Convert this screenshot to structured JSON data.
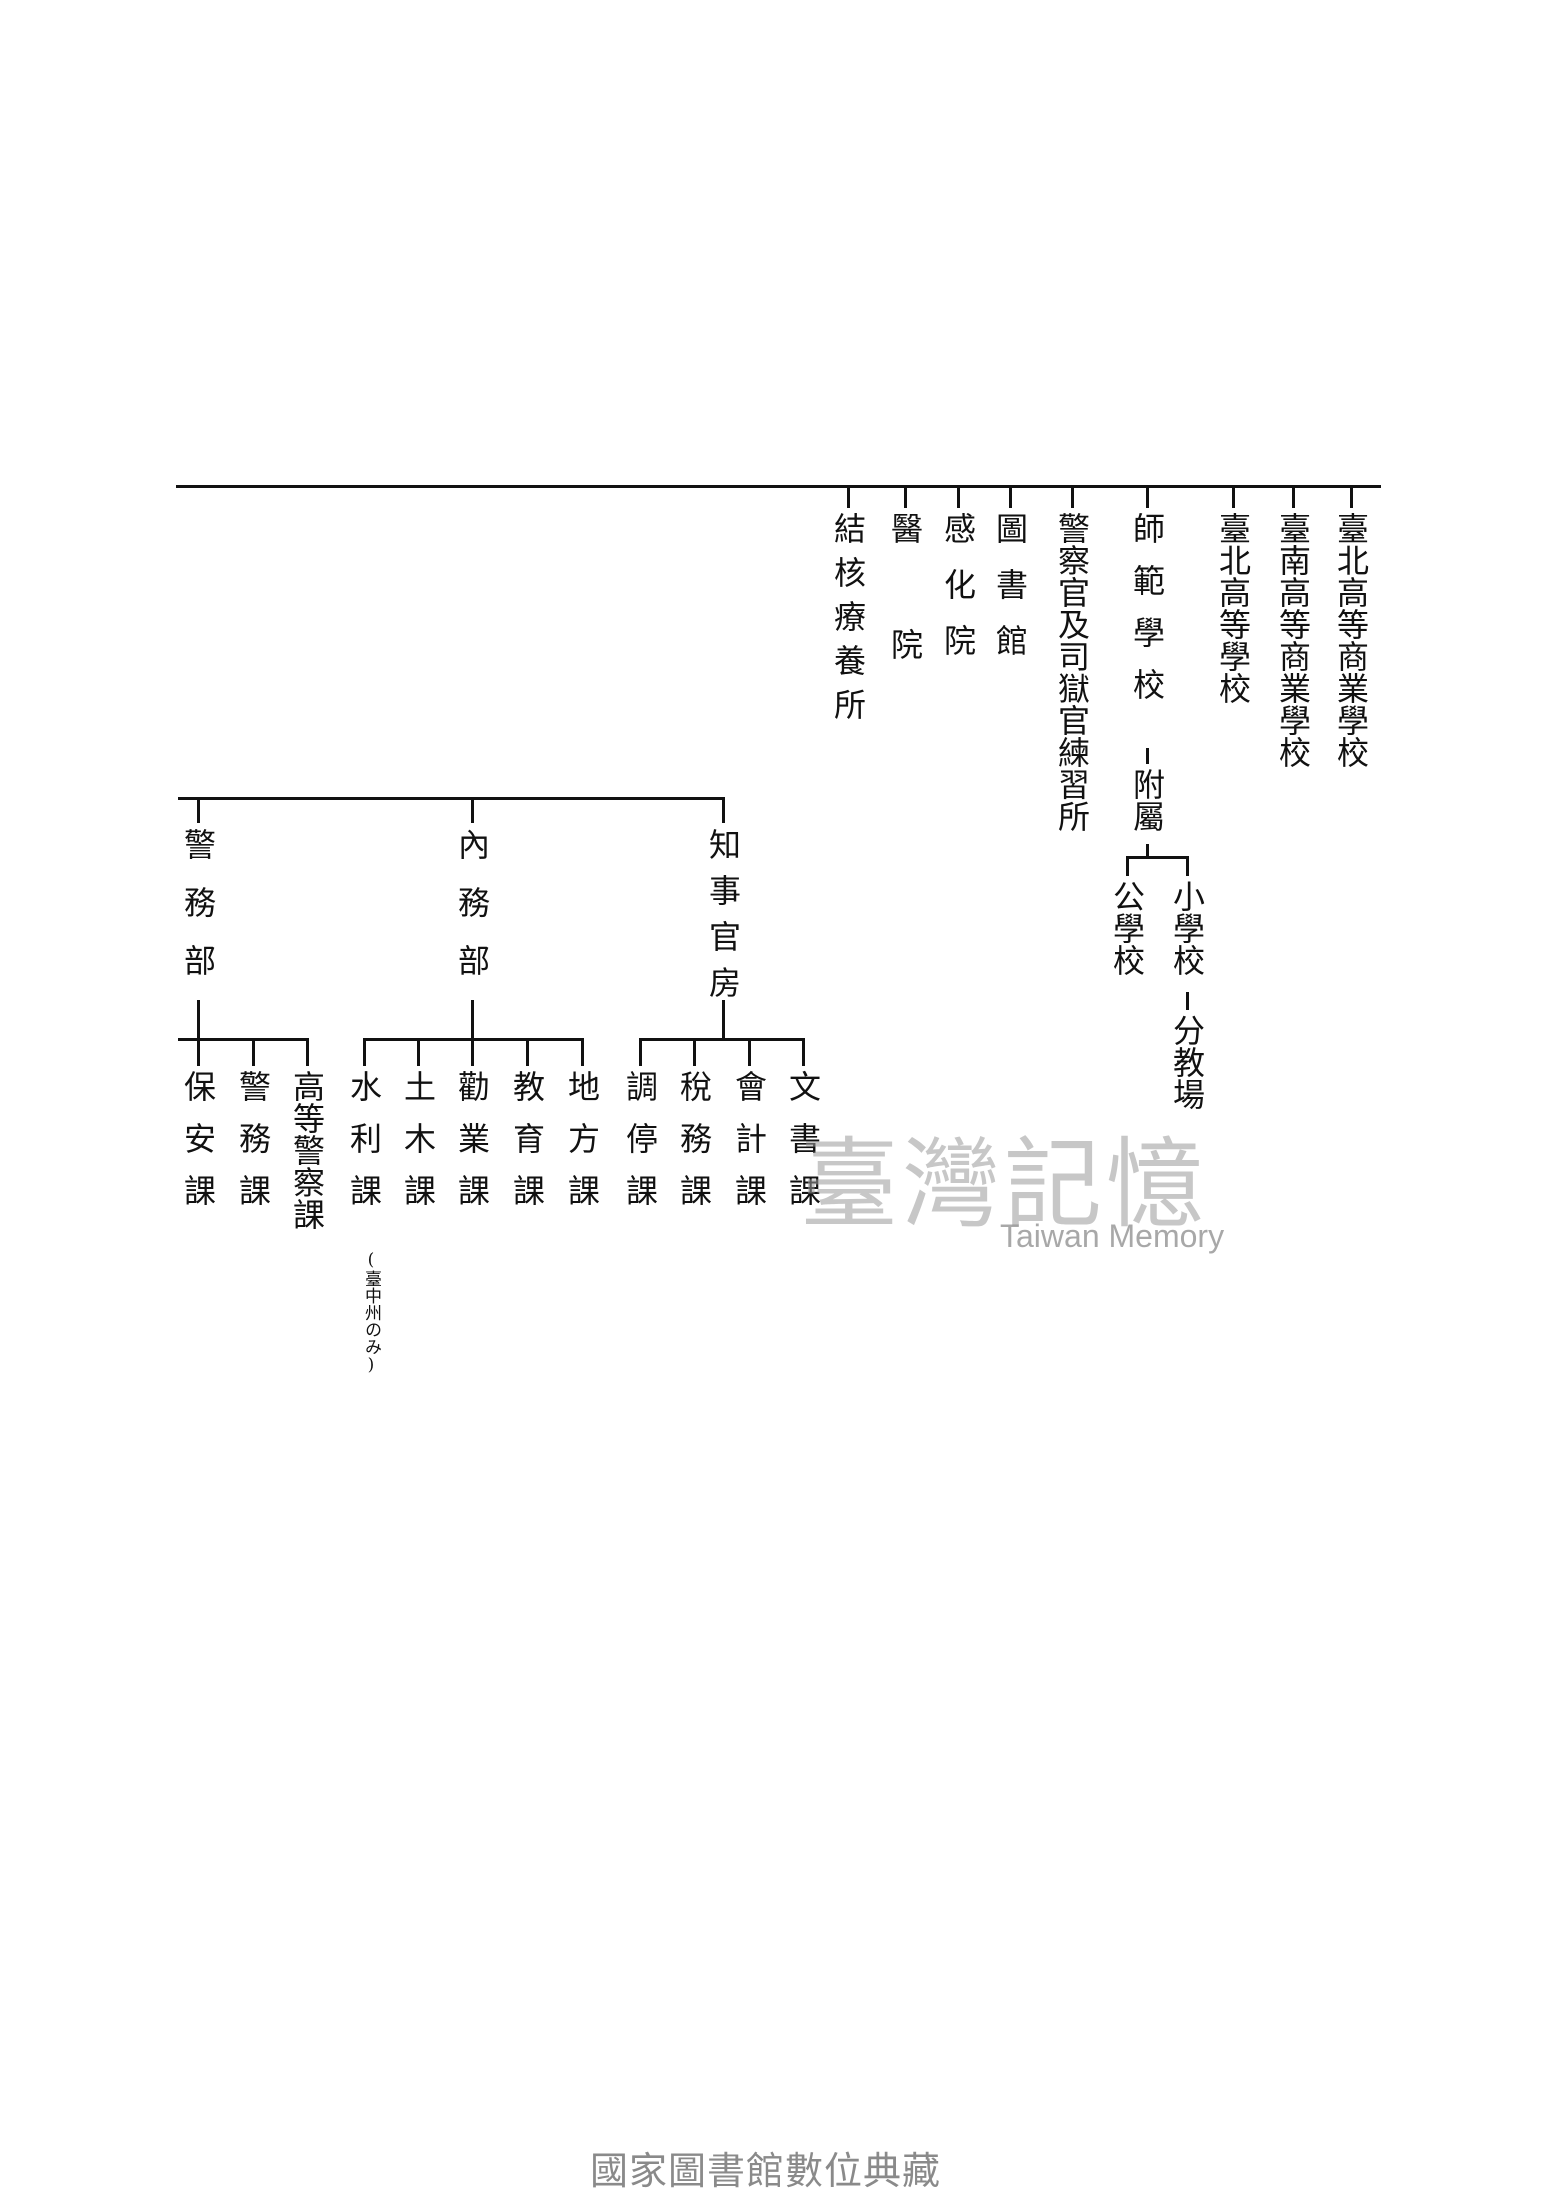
{
  "upper": {
    "items": [
      "臺北高等商業學校",
      "臺南高等商業學校",
      "臺北高等學校",
      "師範學校",
      "附屬",
      "小學校",
      "分教場",
      "公學校",
      "警察官及司獄官練習所",
      "圖書館",
      "感化院",
      "醫院",
      "結核療養所"
    ]
  },
  "lower": {
    "departments": [
      "知事官房",
      "內務部",
      "警務部"
    ],
    "sections": [
      "文書課",
      "會計課",
      "稅務課",
      "調停課",
      "地方課",
      "教育課",
      "勸業課",
      "土木課",
      "水利課",
      "高等警察課",
      "警務課",
      "保安課"
    ],
    "note": "(臺中州のみ)"
  },
  "watermark": {
    "title": "臺灣記憶",
    "subtitle": "Taiwan Memory"
  },
  "footer": "國家圖書館數位典藏"
}
